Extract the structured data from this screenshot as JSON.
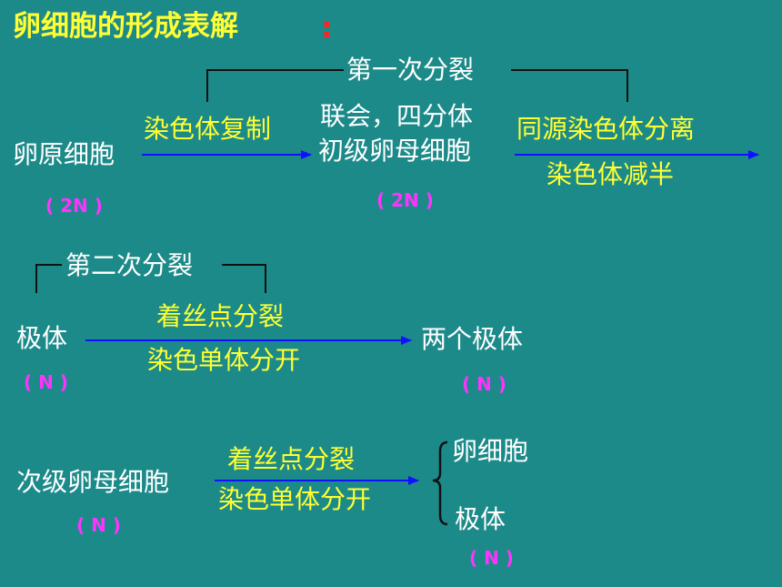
{
  "title": "卵细胞的形成表解",
  "title_colon": ":",
  "section1": {
    "brace_label": "第一次分裂",
    "start": "卵原细胞",
    "start_ploidy": "( 2N )",
    "arrow1_top": "染色体复制",
    "middle_line1": "联会，四分体",
    "middle_line2": "初级卵母细胞",
    "middle_ploidy": "( 2N )",
    "arrow2_top": "同源染色体分离",
    "arrow2_bottom": "染色体减半"
  },
  "section2": {
    "brace_label": "第二次分裂",
    "start": "极体",
    "start_ploidy": "( N )",
    "arrow_top": "着丝点分裂",
    "arrow_bottom": "染色单体分开",
    "result": "两个极体",
    "result_ploidy": "( N )"
  },
  "section3": {
    "start": "次级卵母细胞",
    "start_ploidy": "( N )",
    "arrow_top": "着丝点分裂",
    "arrow_bottom": "染色单体分开",
    "result1": "卵细胞",
    "result2": "极体",
    "result_ploidy": "( N )"
  },
  "colors": {
    "background": "#1d8a8a",
    "arrow": "#1010ff",
    "title": "#ffff33",
    "label": "#ffff33",
    "text": "#ffffff",
    "ploidy": "#ff33ff"
  }
}
